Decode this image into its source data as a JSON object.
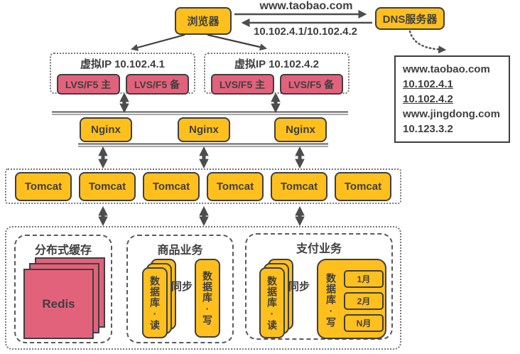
{
  "colors": {
    "accent_orange": "#ffc01e",
    "accent_pink": "#e2627b",
    "ink": "#3f3f3f",
    "arrow": "#4d4d4d"
  },
  "browser": {
    "label": "浏览器"
  },
  "dns": {
    "label": "DNS服务器"
  },
  "dns_arrows": {
    "request": "www.taobao.com",
    "response": "10.102.4.1/10.102.4.2"
  },
  "dns_table": {
    "rows": [
      "www.taobao.com",
      "10.102.4.1",
      "10.102.4.2",
      "www.jingdong.com",
      "10.123.3.2"
    ]
  },
  "vip_left": {
    "title": "虚拟IP 10.102.4.1",
    "master": "LVS/F5 主",
    "backup": "LVS/F5 备"
  },
  "vip_right": {
    "title": "虚拟IP 10.102.4.2",
    "master": "LVS/F5 主",
    "backup": "LVS/F5 备"
  },
  "nginx": {
    "label": "Nginx"
  },
  "tomcat": {
    "label": "Tomcat"
  },
  "cache": {
    "title": "分布式缓存",
    "node": "Redis"
  },
  "product": {
    "title": "商品业务",
    "read": "数据库·读",
    "write": "数据库·写",
    "sync": "同步"
  },
  "payment": {
    "title": "支付业务",
    "read": "数据库·读",
    "write": "数据库·写",
    "sync": "同步",
    "months": [
      "1月",
      "2月",
      "N月"
    ]
  }
}
